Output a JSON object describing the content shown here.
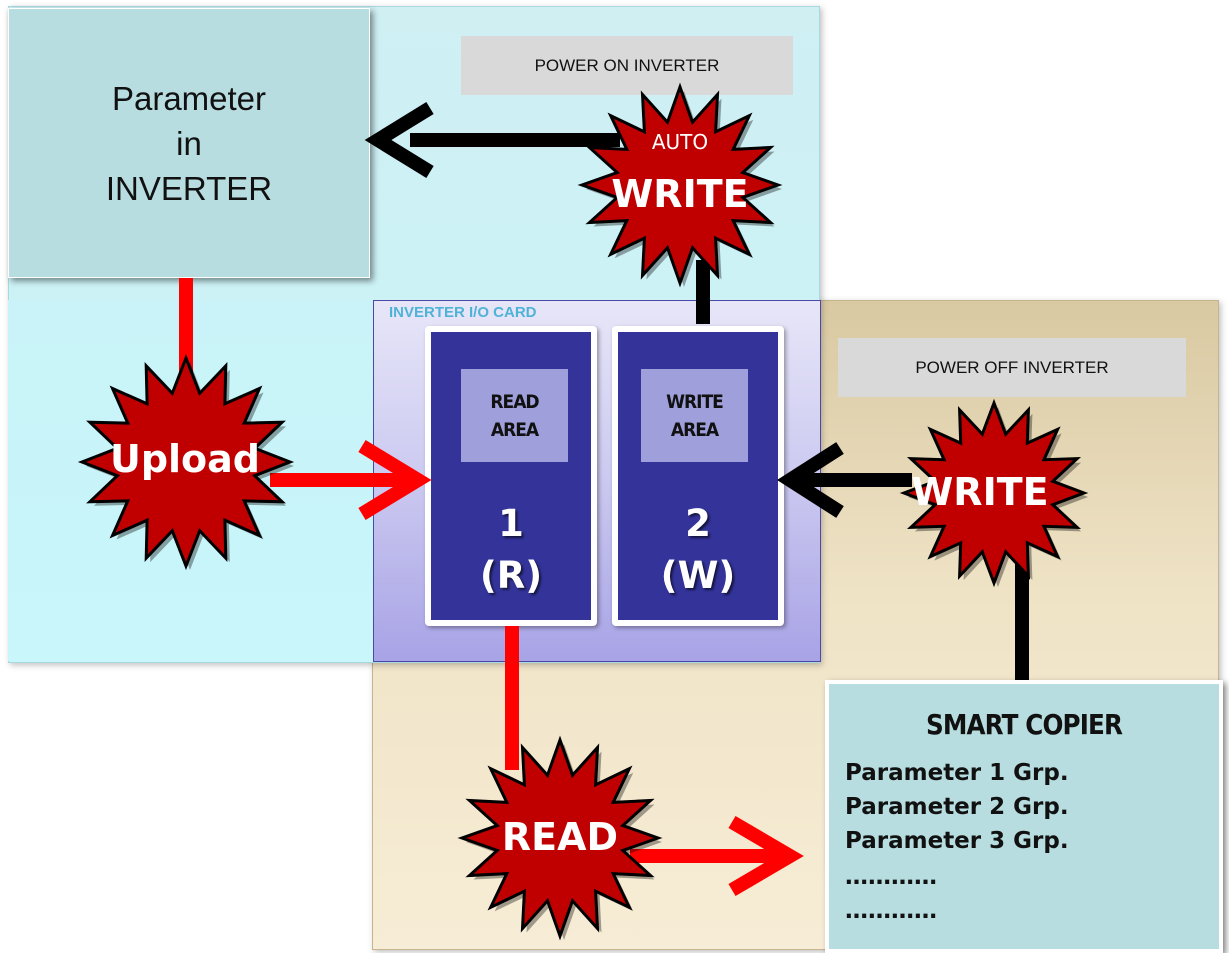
{
  "labels": {
    "power_on": "POWER ON INVERTER",
    "power_off": "POWER OFF INVERTER",
    "io_card": "INVERTER I/O CARD"
  },
  "parameter_box": {
    "line1": "Parameter",
    "line2": "in",
    "line3": "INVERTER"
  },
  "slots": [
    {
      "area_line1": "READ",
      "area_line2": "AREA",
      "number": "1",
      "mode": "(R)"
    },
    {
      "area_line1": "WRITE",
      "area_line2": "AREA",
      "number": "2",
      "mode": "(W)"
    }
  ],
  "bursts": {
    "auto_small": "AUTO",
    "auto_write": "WRITE",
    "upload": "Upload",
    "write": "WRITE",
    "read": "READ"
  },
  "copier": {
    "title": "SMART COPIER",
    "items": [
      "Parameter 1 Grp.",
      "Parameter 2 Grp.",
      "Parameter 3 Grp.",
      "…………",
      "…………"
    ]
  },
  "colors": {
    "burst_fill": "#c00000",
    "red_arrow": "#ff0000",
    "black_arrow": "#000000",
    "slot": "#333399"
  }
}
